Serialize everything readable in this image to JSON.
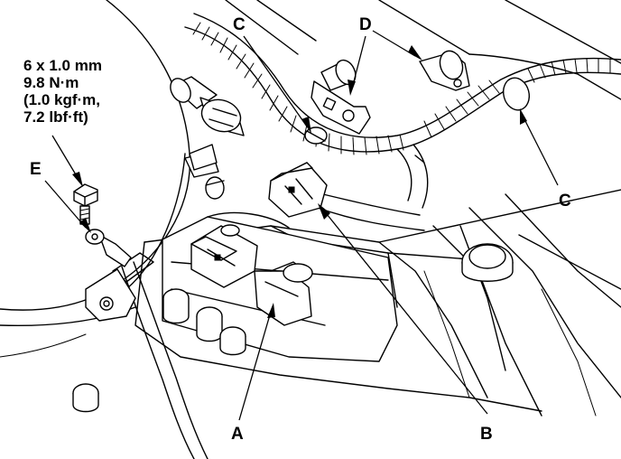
{
  "diagram": {
    "torque_spec": {
      "line1": "6 x 1.0 mm",
      "line2": "9.8 N·m",
      "line3": "(1.0 kgf·m,",
      "line4": "7.2 lbf·ft)"
    },
    "callouts": {
      "a": "A",
      "b": "B",
      "c_top": "C",
      "c_right": "C",
      "d": "D",
      "e": "E"
    }
  }
}
